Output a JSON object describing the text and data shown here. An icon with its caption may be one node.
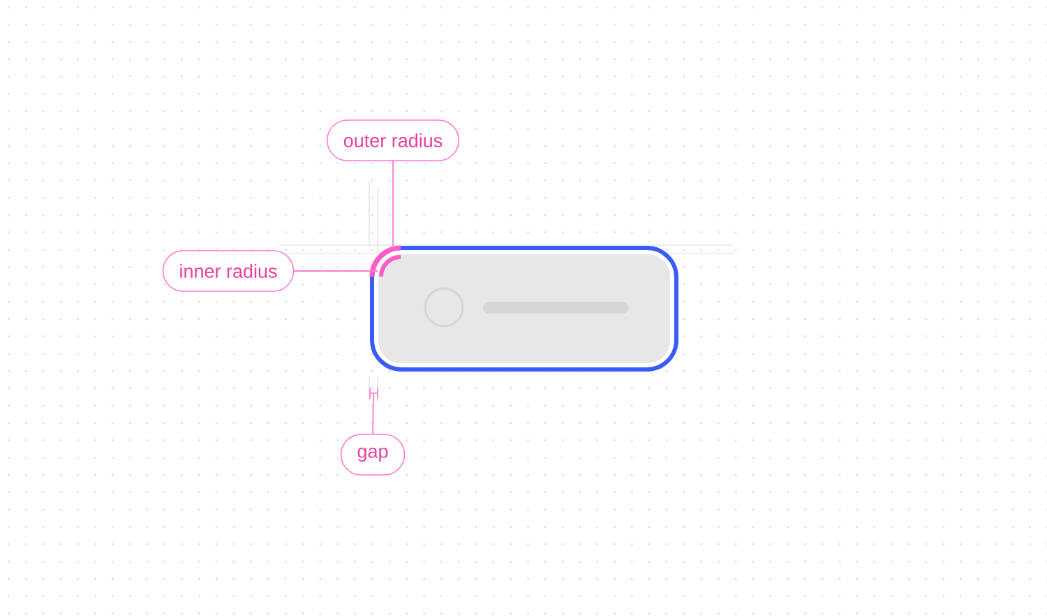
{
  "diagram": {
    "nodes": [
      {
        "text": [
          "outer radius"
        ]
      },
      {
        "text": [
          "inner radius"
        ]
      },
      {
        "text": [
          "gap"
        ]
      },
      {
        "text": [],
        "shape": "box"
      },
      {
        "text": [],
        "shape": "box",
        "in": 3
      }
    ],
    "edges": [
      {
        "from": 0,
        "to": 3,
        "arrow": "none"
      },
      {
        "from": 1,
        "to": 4,
        "arrow": "none"
      },
      {
        "from": 2,
        "to": null,
        "arrow": "none"
      }
    ]
  }
}
